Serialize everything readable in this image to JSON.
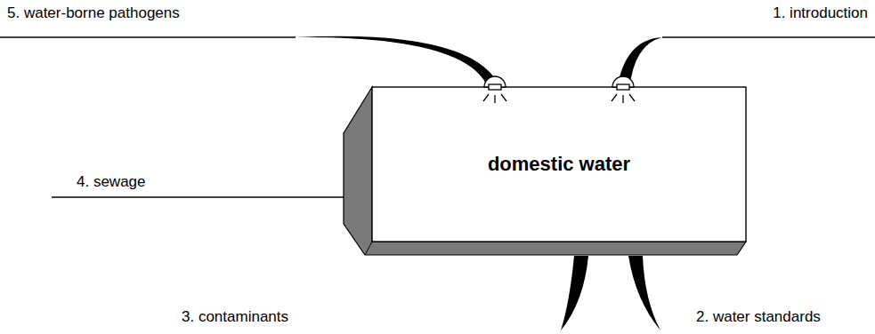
{
  "diagram": {
    "nodes": [
      {
        "text": [
          "domestic water"
        ]
      }
    ],
    "labels": [
      "5. water-borne pathogens",
      "1. introduction",
      "4. sewage",
      "3. contaminants",
      "2. water standards"
    ]
  }
}
